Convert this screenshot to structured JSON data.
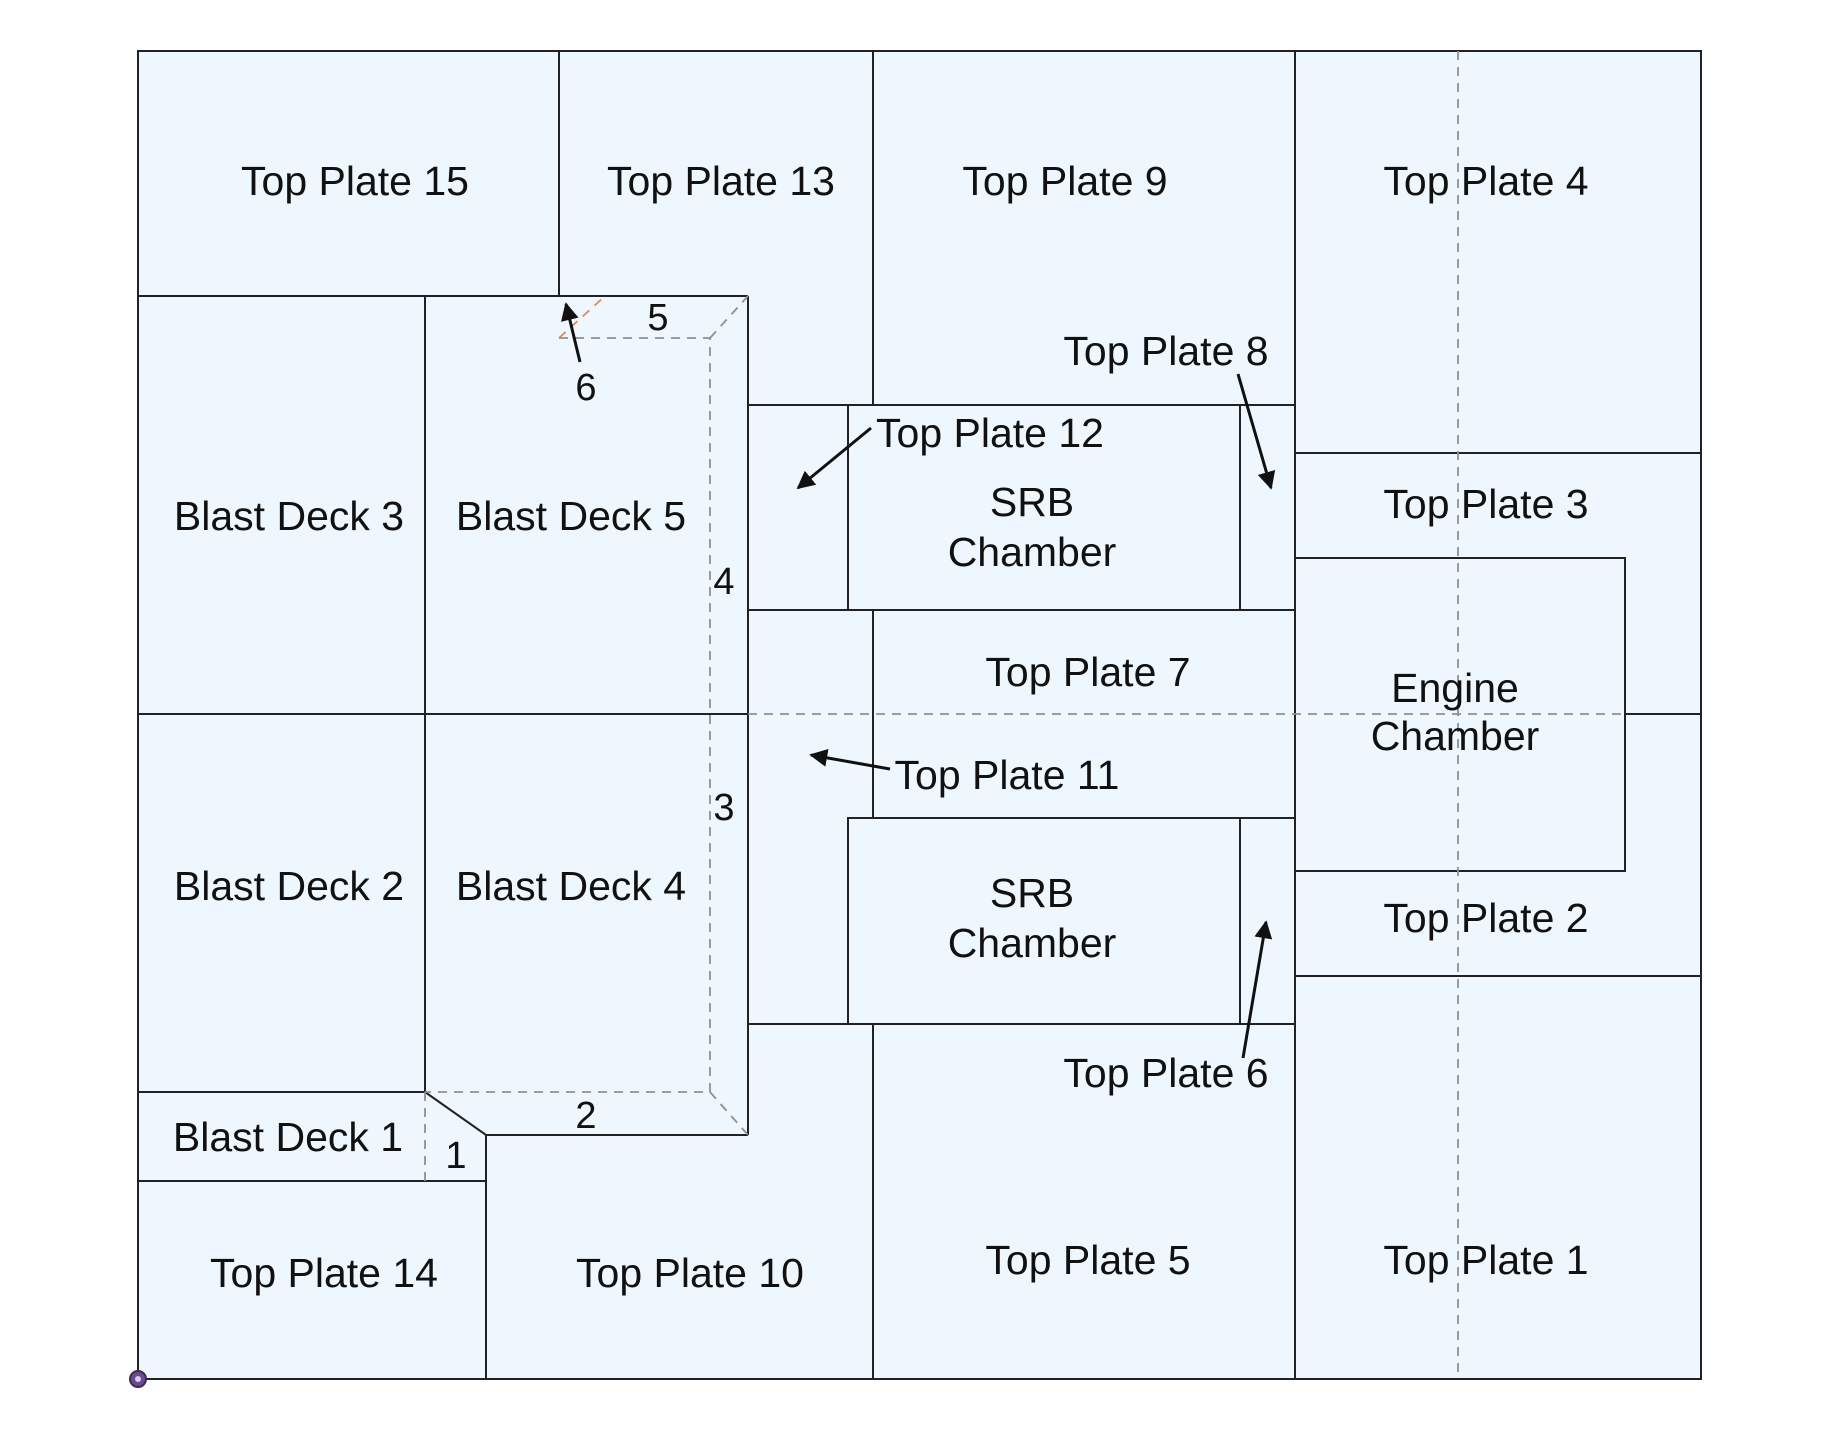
{
  "labels": {
    "top_plate_15": "Top Plate 15",
    "top_plate_13": "Top Plate 13",
    "top_plate_9": "Top Plate 9",
    "top_plate_4": "Top Plate 4",
    "top_plate_8": "Top Plate 8",
    "top_plate_12": "Top Plate 12",
    "top_plate_3": "Top Plate 3",
    "top_plate_7": "Top Plate 7",
    "top_plate_11": "Top Plate 11",
    "top_plate_2": "Top Plate 2",
    "top_plate_6": "Top Plate 6",
    "top_plate_14": "Top Plate 14",
    "top_plate_10": "Top Plate 10",
    "top_plate_5": "Top Plate 5",
    "top_plate_1": "Top Plate 1",
    "blast_deck_1": "Blast Deck 1",
    "blast_deck_2": "Blast Deck 2",
    "blast_deck_3": "Blast Deck 3",
    "blast_deck_4": "Blast Deck 4",
    "blast_deck_5": "Blast Deck 5",
    "srb_top_line1": "SRB",
    "srb_top_line2": "Chamber",
    "srb_bottom_line1": "SRB",
    "srb_bottom_line2": "Chamber",
    "engine_line1": "Engine",
    "engine_line2": "Chamber"
  },
  "edge_numbers": {
    "n1": "1",
    "n2": "2",
    "n3": "3",
    "n4": "4",
    "n5": "5",
    "n6": "6"
  },
  "colors": {
    "plate_fill": "#edf7fd",
    "line": "#222222",
    "dashed": "#8a9298",
    "origin_marker": "#6b4a8e"
  }
}
